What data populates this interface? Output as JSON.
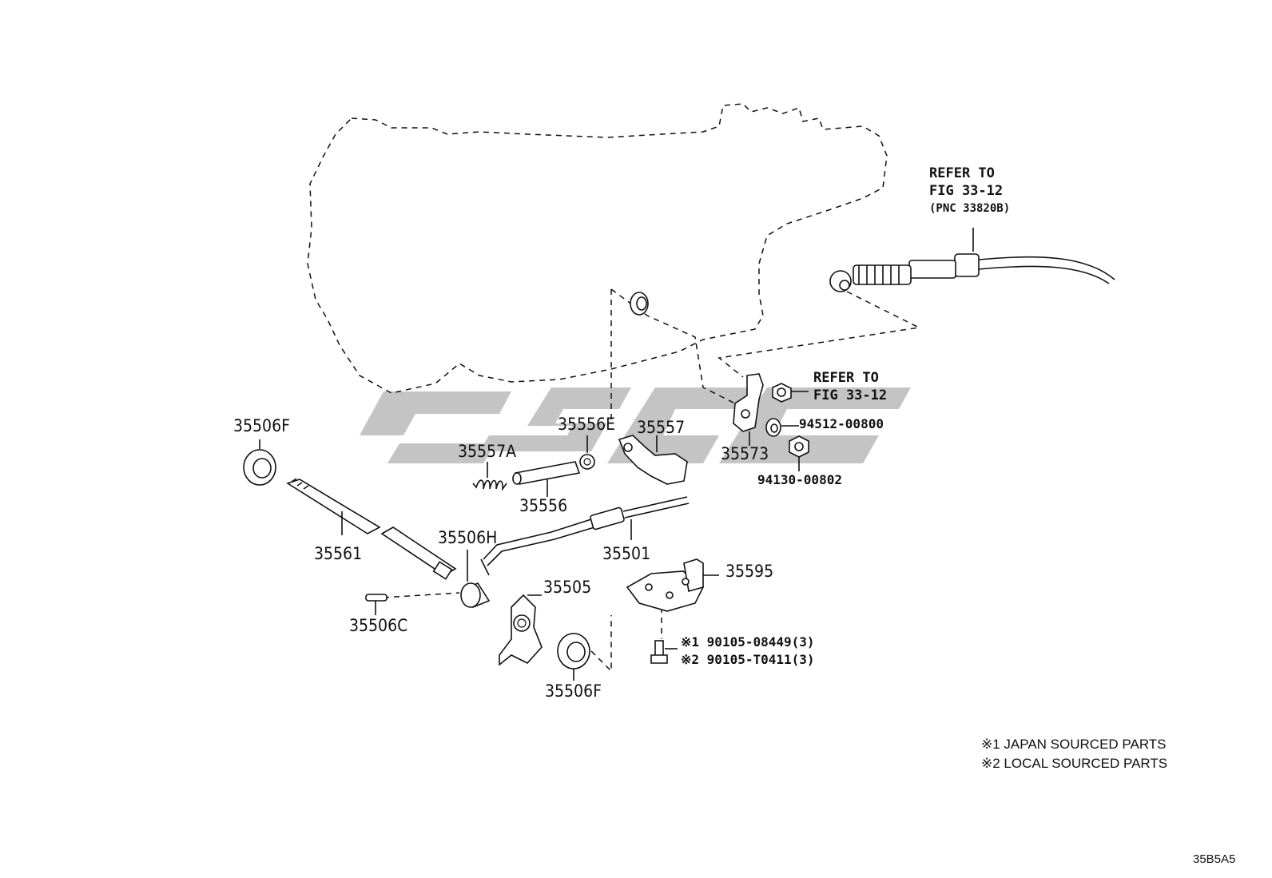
{
  "diagram": {
    "references": {
      "cable_ref_line1": "REFER TO",
      "cable_ref_line2": "FIG 33-12",
      "cable_ref_line3": "(PNC 33820B)",
      "nut_ref_line1": "REFER TO",
      "nut_ref_line2": "FIG 33-12"
    },
    "part_labels": {
      "p35506F_top": "35506F",
      "p35561": "35561",
      "p35506C": "35506C",
      "p35557A": "35557A",
      "p35556": "35556",
      "p35506H": "35506H",
      "p35505": "35505",
      "p35506F_bottom": "35506F",
      "p35556E": "35556E",
      "p35557": "35557",
      "p35501": "35501",
      "p35573": "35573",
      "p35595": "35595",
      "p94512": "94512-00800",
      "p94130": "94130-00802",
      "bolt_jp": "※1  90105-08449(3)",
      "bolt_local": "※2  90105-T0411(3)"
    },
    "notes": {
      "note1": "※1 JAPAN SOURCED PARTS",
      "note2": "※2 LOCAL SOURCED PARTS"
    },
    "figure_code": "35B5A5"
  }
}
